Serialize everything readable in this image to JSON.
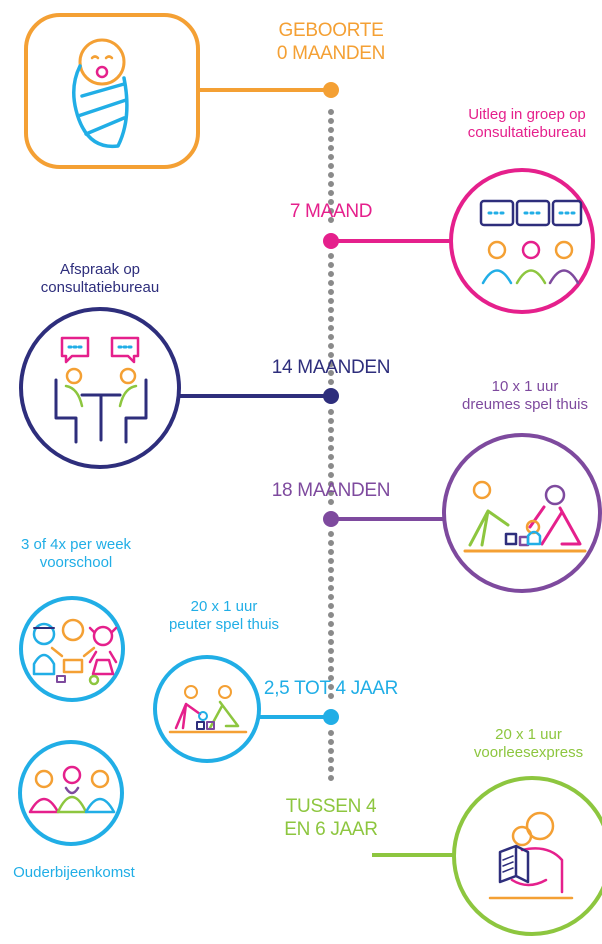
{
  "colors": {
    "orange": "#F4A034",
    "magenta": "#E5208C",
    "navy": "#2E2E7C",
    "purple": "#7E4A9E",
    "cyan": "#21AEE6",
    "green": "#8DC63F",
    "dots": "#8A8A8A"
  },
  "stages": [
    {
      "line1": "GEBOORTE",
      "line2": "0 MAANDEN",
      "color": "orange"
    },
    {
      "line1": "7 MAAND",
      "line2": "",
      "color": "magenta"
    },
    {
      "line1": "14 MAANDEN",
      "line2": "",
      "color": "navy"
    },
    {
      "line1": "18 MAANDEN",
      "line2": "",
      "color": "purple"
    },
    {
      "line1": "2,5 TOT 4 JAAR",
      "line2": "",
      "color": "cyan"
    },
    {
      "line1": "TUSSEN 4",
      "line2": "EN 6 JAAR",
      "color": "green"
    }
  ],
  "activities": {
    "group_explanation": {
      "line1": "Uitleg in groep op",
      "line2": "consultatiebureau",
      "icon": "group-explanation-icon"
    },
    "appointment": {
      "line1": "Afspraak op",
      "line2": "consultatiebureau",
      "icon": "consultation-appointment-icon"
    },
    "toddler_play": {
      "line1": "10 x 1 uur",
      "line2": "dreumes spel thuis",
      "icon": "toddler-play-icon"
    },
    "preschool": {
      "line1": "3 of 4x per week",
      "line2": "voorschool",
      "icon": "preschool-children-icon"
    },
    "peuter_play": {
      "line1": "20 x 1 uur",
      "line2": "peuter spel thuis",
      "icon": "peuter-play-icon"
    },
    "parents_meeting": {
      "line1": "Ouderbijeenkomst",
      "icon": "parents-meeting-icon"
    },
    "reading_express": {
      "line1": "20 x 1 uur",
      "line2": "voorleesexpress",
      "icon": "reading-express-icon"
    }
  },
  "birth": {
    "icon": "baby-icon"
  }
}
